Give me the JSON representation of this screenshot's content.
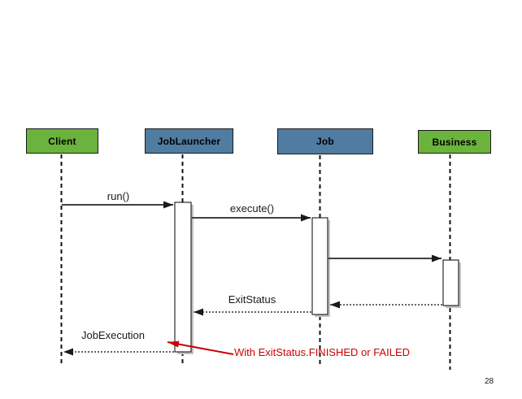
{
  "diagram": {
    "type": "uml-sequence-diagram",
    "participants": [
      {
        "name": "Client",
        "color": "#6CB33E"
      },
      {
        "name": "JobLauncher",
        "color": "#4F7CA0"
      },
      {
        "name": "Job",
        "color": "#4F7CA0"
      },
      {
        "name": "Business",
        "color": "#6CB33E"
      }
    ],
    "messages": [
      {
        "label": "run()",
        "from": "Client",
        "to": "JobLauncher",
        "style": "solid"
      },
      {
        "label": "execute()",
        "from": "JobLauncher",
        "to": "Job",
        "style": "solid"
      },
      {
        "label": "",
        "from": "Job",
        "to": "Business",
        "style": "solid"
      },
      {
        "label": "",
        "from": "Business",
        "to": "Job",
        "style": "dotted-return"
      },
      {
        "label": "ExitStatus",
        "from": "Job",
        "to": "JobLauncher",
        "style": "dotted-return"
      },
      {
        "label": "JobExecution",
        "from": "JobLauncher",
        "to": "Client",
        "style": "dotted-return"
      }
    ],
    "annotation": {
      "text": "With ExitStatus.FINISHED or FAILED",
      "color": "#CC0000",
      "points_to": "JobExecution return message"
    },
    "page_number": "28",
    "colors": {
      "participant_green": "#6CB33E",
      "participant_blue": "#4F7CA0",
      "line": "#404040",
      "annotation_red": "#CC0000"
    }
  }
}
